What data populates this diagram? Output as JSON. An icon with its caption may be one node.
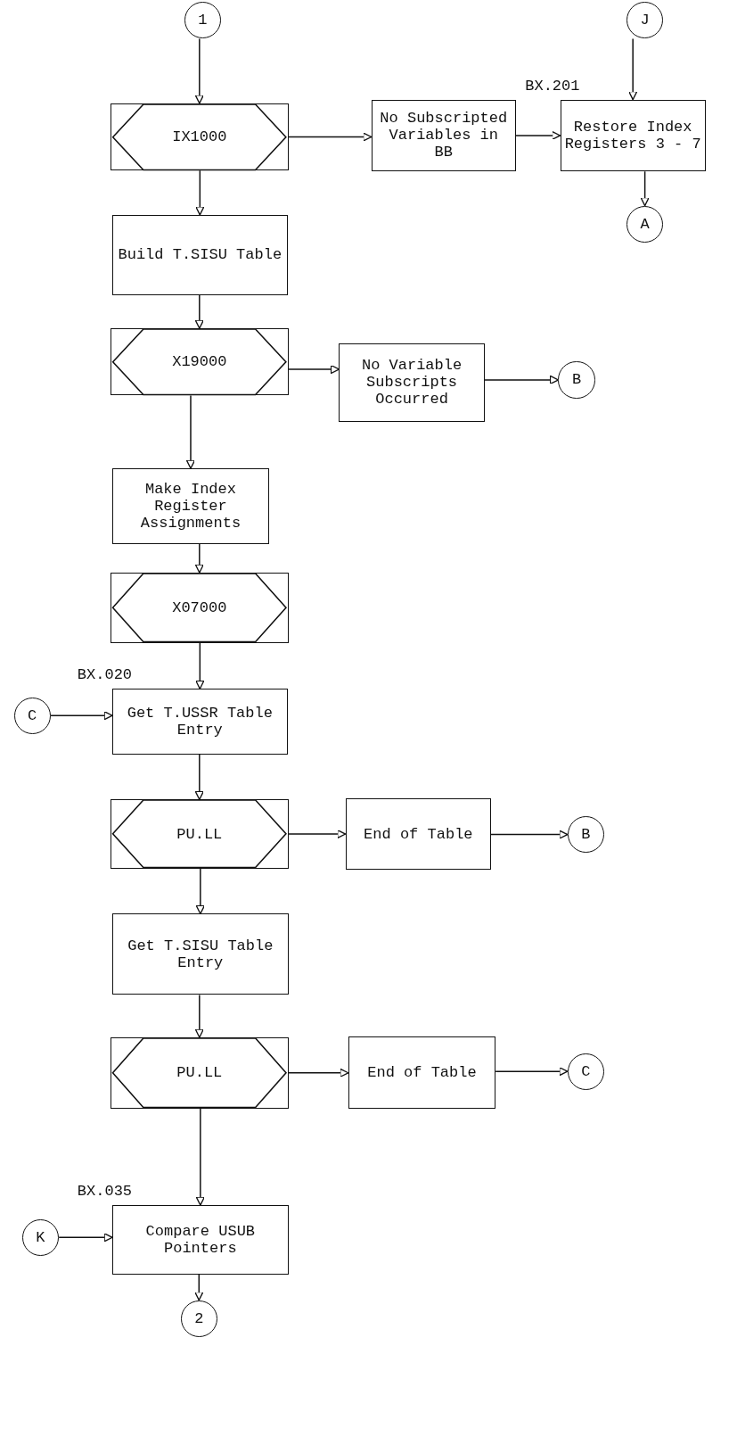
{
  "diagram": {
    "nodes": [
      {
        "text": [
          "1"
        ]
      },
      {
        "text": [
          "IX1000"
        ]
      },
      {
        "text": [
          "No Subscripted Variables in BB"
        ]
      },
      {
        "text": [
          "Restore Index Registers 3 - 7"
        ],
        "beside": [
          "BX.201"
        ]
      },
      {
        "text": [
          "J"
        ]
      },
      {
        "text": [
          "A"
        ]
      },
      {
        "text": [
          "Build T.SISU Table"
        ]
      },
      {
        "text": [
          "X19000"
        ]
      },
      {
        "text": [
          "No Variable Subscripts Occurred"
        ]
      },
      {
        "text": [
          "B"
        ]
      },
      {
        "text": [
          "Make Index Register Assignments"
        ]
      },
      {
        "text": [
          "X07000"
        ]
      },
      {
        "text": [
          "Get T.USSR Table Entry"
        ],
        "beside": [
          "BX.020"
        ]
      },
      {
        "text": [
          "C"
        ]
      },
      {
        "text": [
          "PU.LL"
        ]
      },
      {
        "text": [
          "End of Table"
        ]
      },
      {
        "text": [
          "B"
        ]
      },
      {
        "text": [
          "Get T.SISU Table Entry"
        ]
      },
      {
        "text": [
          "PU.LL"
        ]
      },
      {
        "text": [
          "End of Table"
        ]
      },
      {
        "text": [
          "C"
        ]
      },
      {
        "text": [
          "Compare USUB Pointers"
        ],
        "beside": [
          "BX.035"
        ]
      },
      {
        "text": [
          "K"
        ]
      },
      {
        "text": [
          "2"
        ]
      }
    ],
    "edges": [
      {
        "from": 0,
        "to": 1,
        "arrow": "to"
      },
      {
        "from": 1,
        "to": 2,
        "arrow": "to"
      },
      {
        "from": 2,
        "to": 3,
        "arrow": "to"
      },
      {
        "from": 4,
        "to": 3,
        "arrow": "to"
      },
      {
        "from": 3,
        "to": 5,
        "arrow": "to"
      },
      {
        "from": 1,
        "to": 6,
        "arrow": "to"
      },
      {
        "from": 6,
        "to": 7,
        "arrow": "to"
      },
      {
        "from": 7,
        "to": 8,
        "arrow": "to"
      },
      {
        "from": 8,
        "to": 9,
        "arrow": "to"
      },
      {
        "from": 7,
        "to": 10,
        "arrow": "to"
      },
      {
        "from": 10,
        "to": 11,
        "arrow": "to"
      },
      {
        "from": 11,
        "to": 12,
        "arrow": "to"
      },
      {
        "from": 13,
        "to": 12,
        "arrow": "to"
      },
      {
        "from": 12,
        "to": 14,
        "arrow": "to"
      },
      {
        "from": 14,
        "to": 15,
        "arrow": "to"
      },
      {
        "from": 15,
        "to": 16,
        "arrow": "to"
      },
      {
        "from": 14,
        "to": 17,
        "arrow": "to"
      },
      {
        "from": 17,
        "to": 18,
        "arrow": "to"
      },
      {
        "from": 18,
        "to": 19,
        "arrow": "to"
      },
      {
        "from": 19,
        "to": 20,
        "arrow": "to"
      },
      {
        "from": 18,
        "to": 21,
        "arrow": "to"
      },
      {
        "from": 22,
        "to": 21,
        "arrow": "to"
      },
      {
        "from": 21,
        "to": 23,
        "arrow": "to"
      }
    ]
  }
}
